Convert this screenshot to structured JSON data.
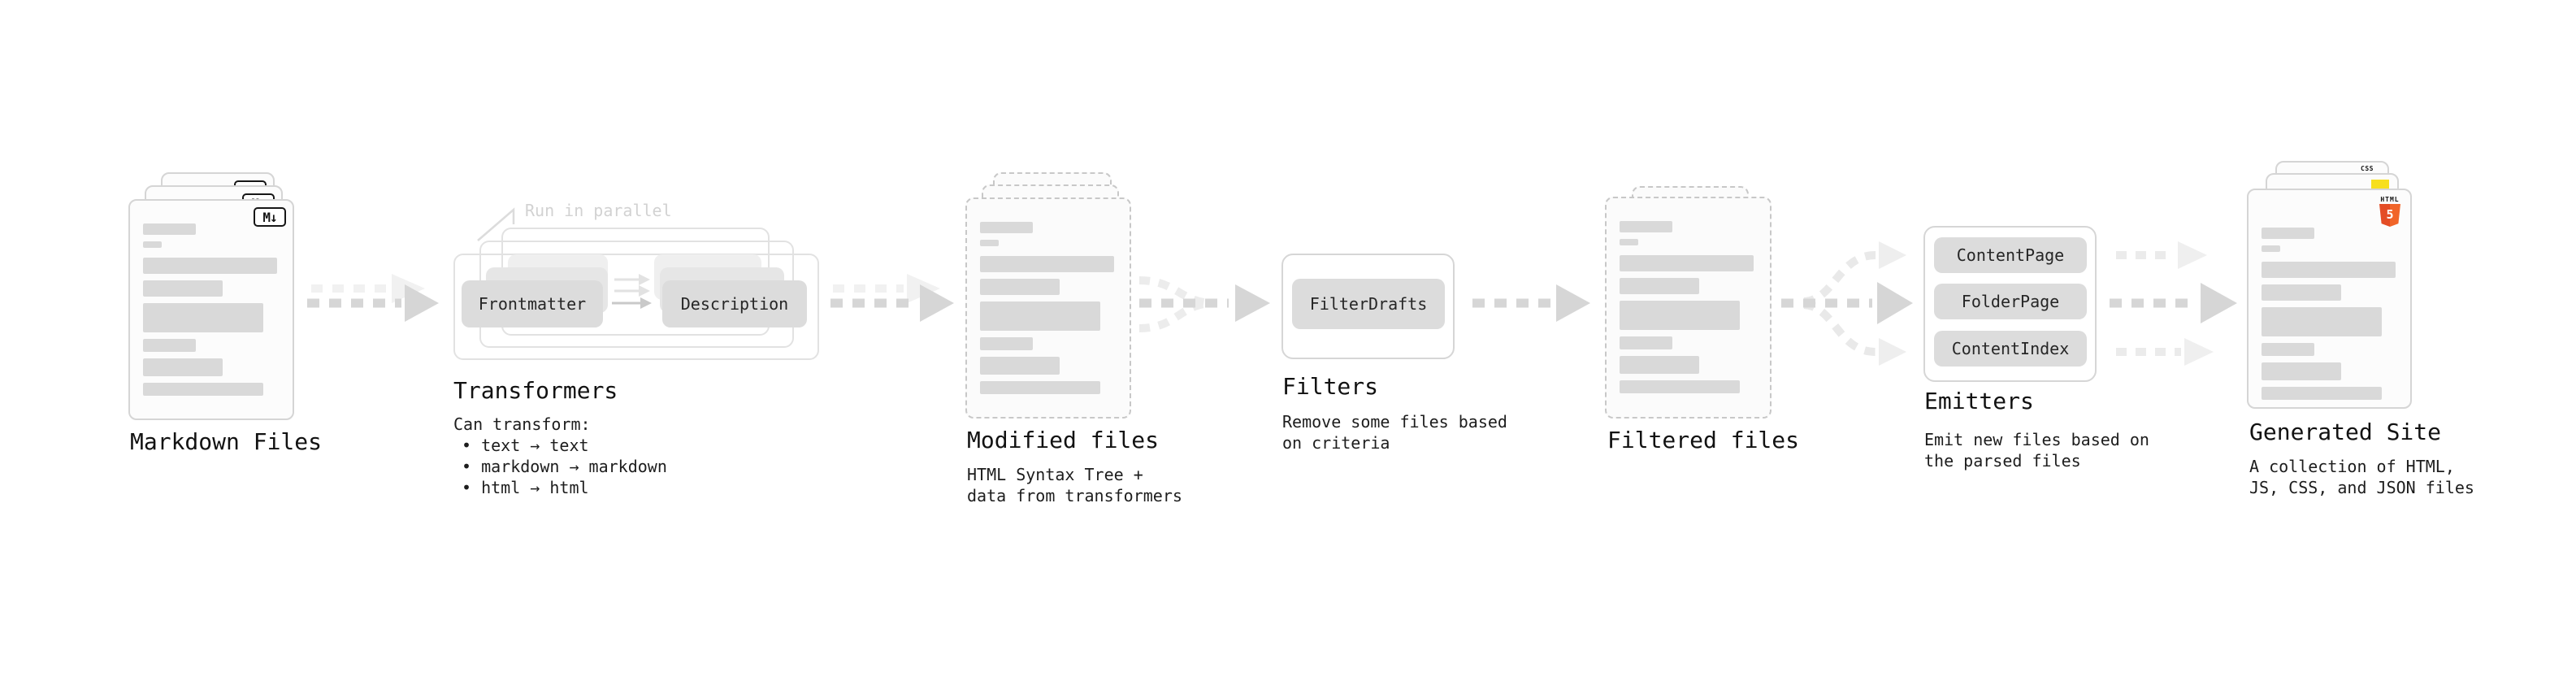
{
  "stages": {
    "markdown": {
      "label": "Markdown Files",
      "file_badge": "M↓"
    },
    "transformers": {
      "label": "Transformers",
      "annotation": "Run in parallel",
      "box_frontmatter": "Frontmatter",
      "box_description": "Description",
      "desc_title": "Can transform:",
      "bullets": [
        "• text → text",
        "• markdown → markdown",
        "• html → html"
      ]
    },
    "modified_files": {
      "label": "Modified files",
      "desc_line1": "HTML Syntax Tree +",
      "desc_line2": "data from transformers"
    },
    "filters": {
      "label": "Filters",
      "box_filterdrafts": "FilterDrafts",
      "desc_line1": "Remove some files based",
      "desc_line2": "on criteria"
    },
    "filtered_files": {
      "label": "Filtered files"
    },
    "emitters": {
      "label": "Emitters",
      "box_contentpage": "ContentPage",
      "box_folderpage": "FolderPage",
      "box_contentindex": "ContentIndex",
      "desc_line1": "Emit new files based on",
      "desc_line2": "the parsed files"
    },
    "generated_site": {
      "label": "Generated Site",
      "desc_line1": "A collection of HTML,",
      "desc_line2": "JS, CSS, and JSON files",
      "css_badge": "CSS",
      "html_badge_text": "HTML",
      "html_badge_number": "5"
    }
  },
  "icons": {
    "markdown_icon": "M↓ boxed markdown mark",
    "css_icon": "CSS wordmark with blue bar",
    "js_icon": "yellow JS square",
    "html5_icon": "HTML5 orange shield"
  },
  "colors": {
    "html_orange": "#e44d26",
    "html_orange_light": "#f16529",
    "js_yellow": "#f7df1e",
    "css_blue": "#2760e5",
    "arrow_gray": "#d6d6d6",
    "arrow_light_gray": "#efefef",
    "bar_gray": "#d9d9d9"
  }
}
